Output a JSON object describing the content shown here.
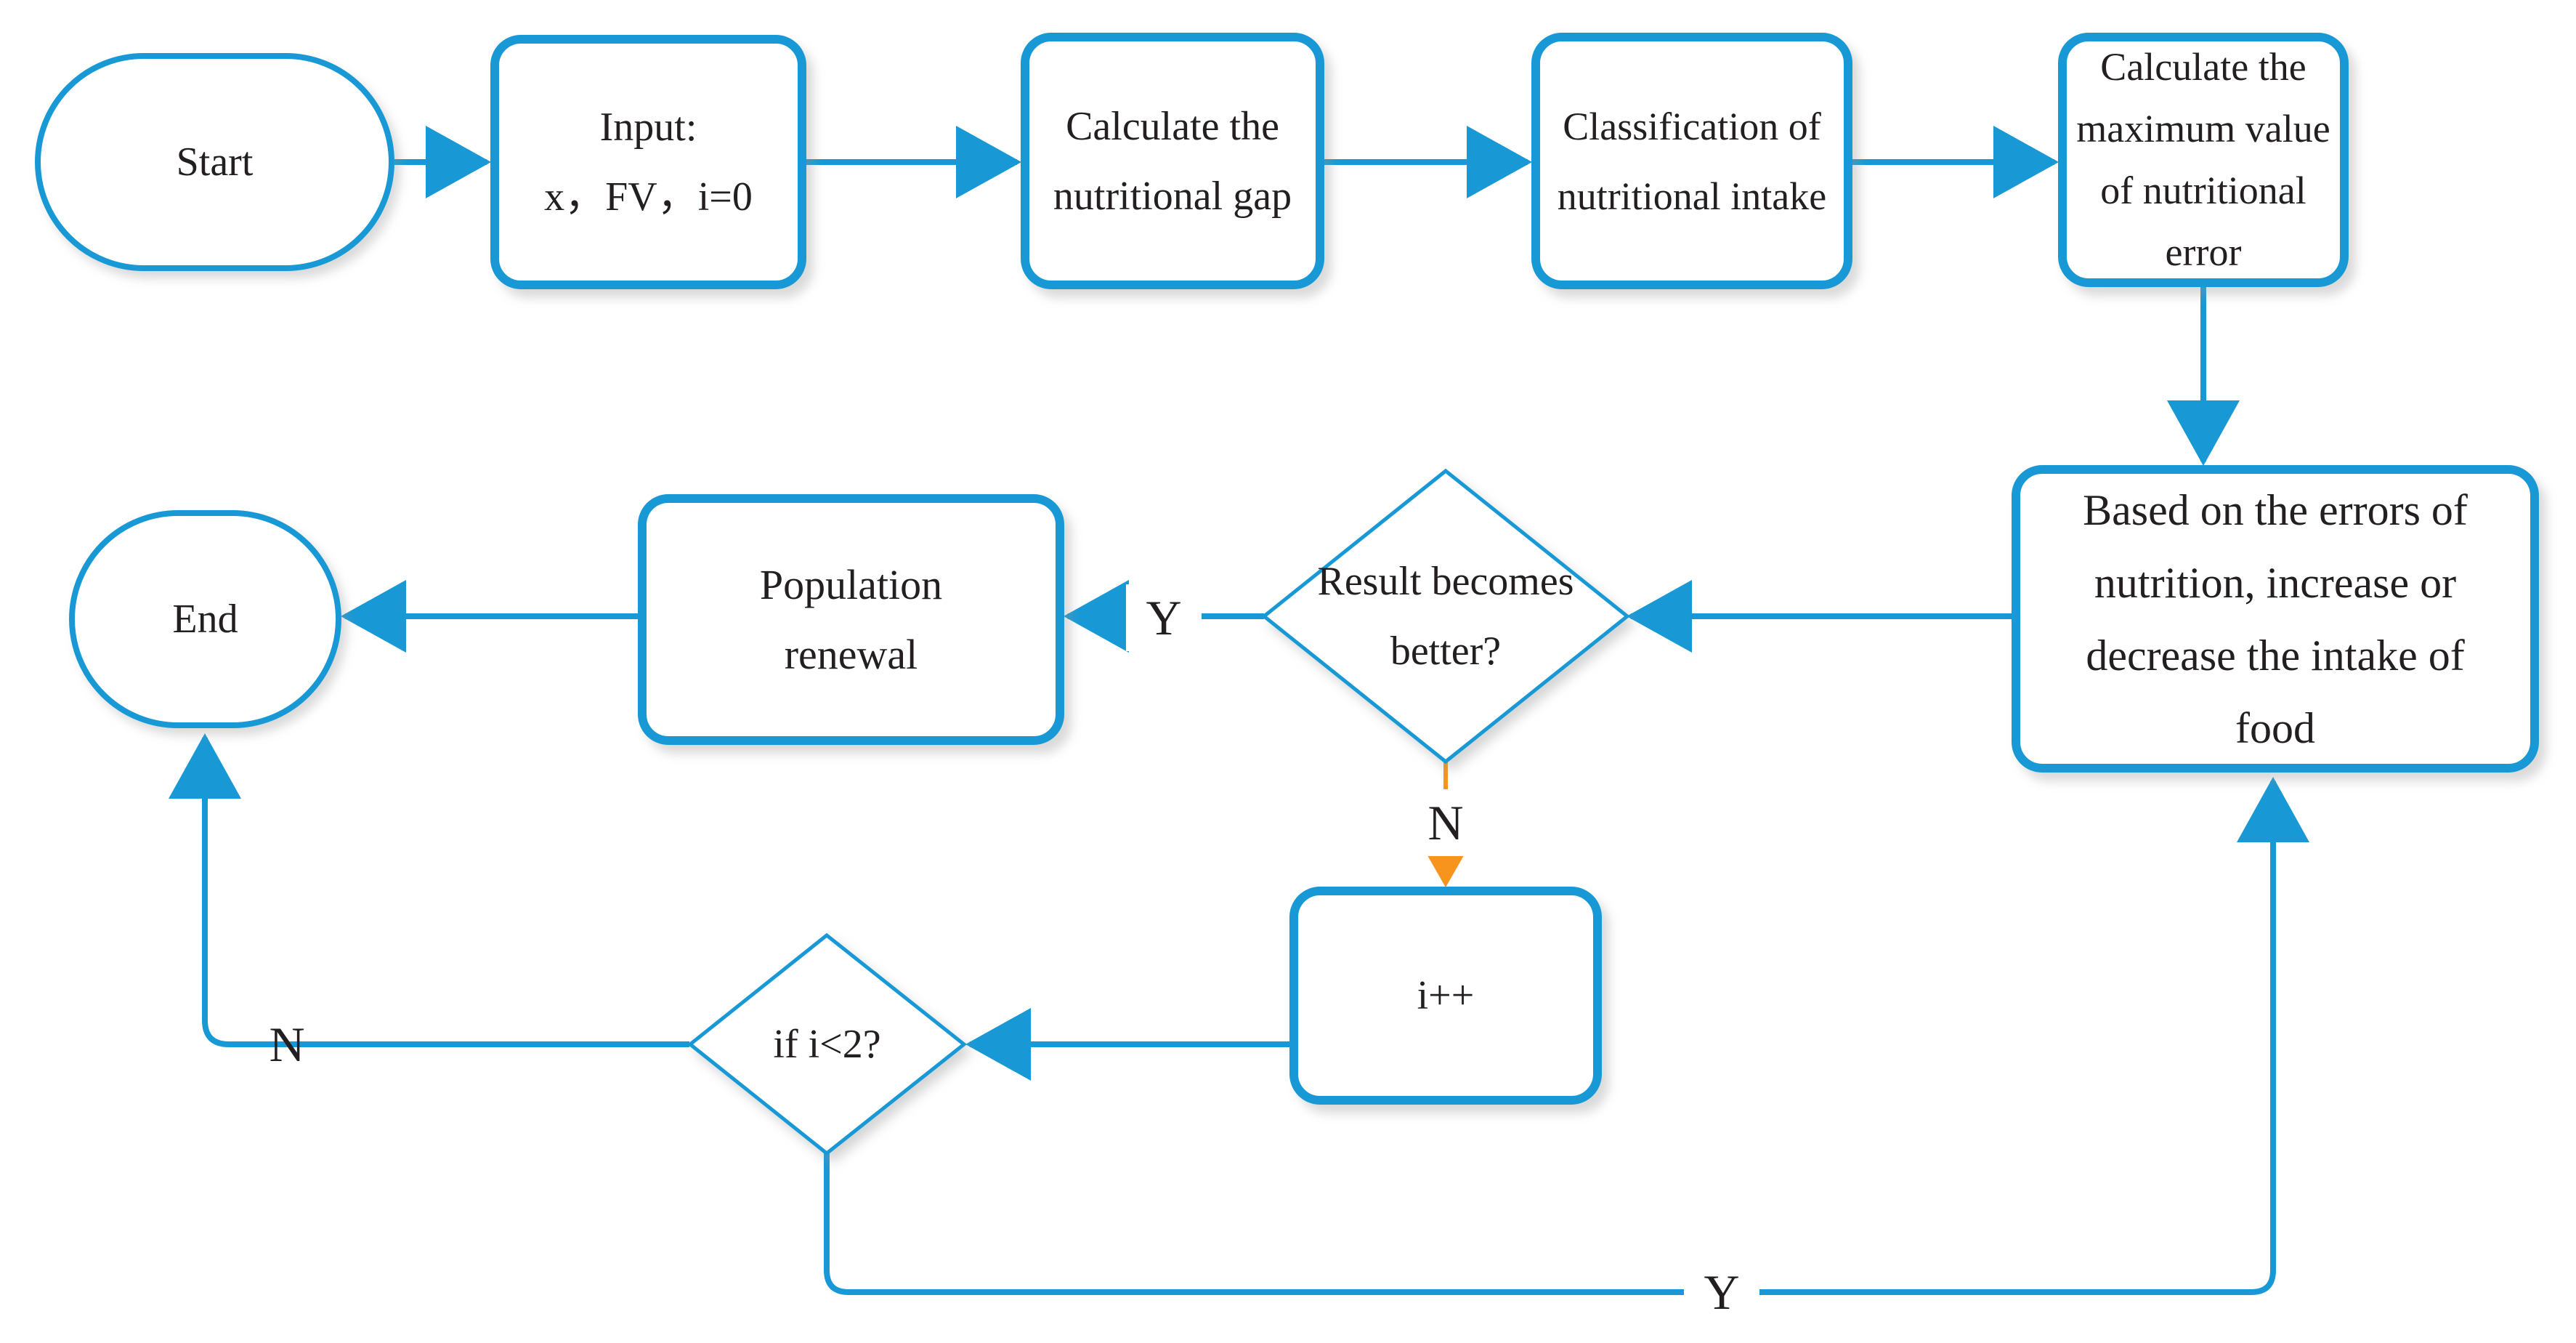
{
  "diagram": {
    "type": "flowchart",
    "nodes": {
      "start": {
        "label": "Start",
        "shape": "stadium"
      },
      "input": {
        "label": "Input:\nx，FV，i=0",
        "shape": "rect"
      },
      "calc_gap": {
        "label": "Calculate the\nnutritional gap",
        "shape": "rect"
      },
      "classify": {
        "label": "Classification of\nnutritional intake",
        "shape": "rect"
      },
      "max_error": {
        "label": "Calculate the\nmaximum value\nof nutritional\nerror",
        "shape": "rect"
      },
      "adjust_intake": {
        "label": "Based on the errors of\nnutrition, increase or\ndecrease the intake of\nfood",
        "shape": "rect"
      },
      "result_better": {
        "label": "Result becomes\nbetter?",
        "shape": "diamond"
      },
      "pop_renewal": {
        "label": "Population\nrenewal",
        "shape": "rect"
      },
      "increment": {
        "label": "i++",
        "shape": "rect"
      },
      "loop_check": {
        "label": "if i<2?",
        "shape": "diamond"
      },
      "end": {
        "label": "End",
        "shape": "stadium"
      }
    },
    "edge_labels": {
      "result_yes": "Y",
      "result_no": "N",
      "loop_no": "N",
      "loop_yes": "Y"
    },
    "colors": {
      "shape_stroke": "#1899d6",
      "alt_arrow": "#f7941e",
      "text": "#231f20",
      "background": "#ffffff"
    }
  }
}
